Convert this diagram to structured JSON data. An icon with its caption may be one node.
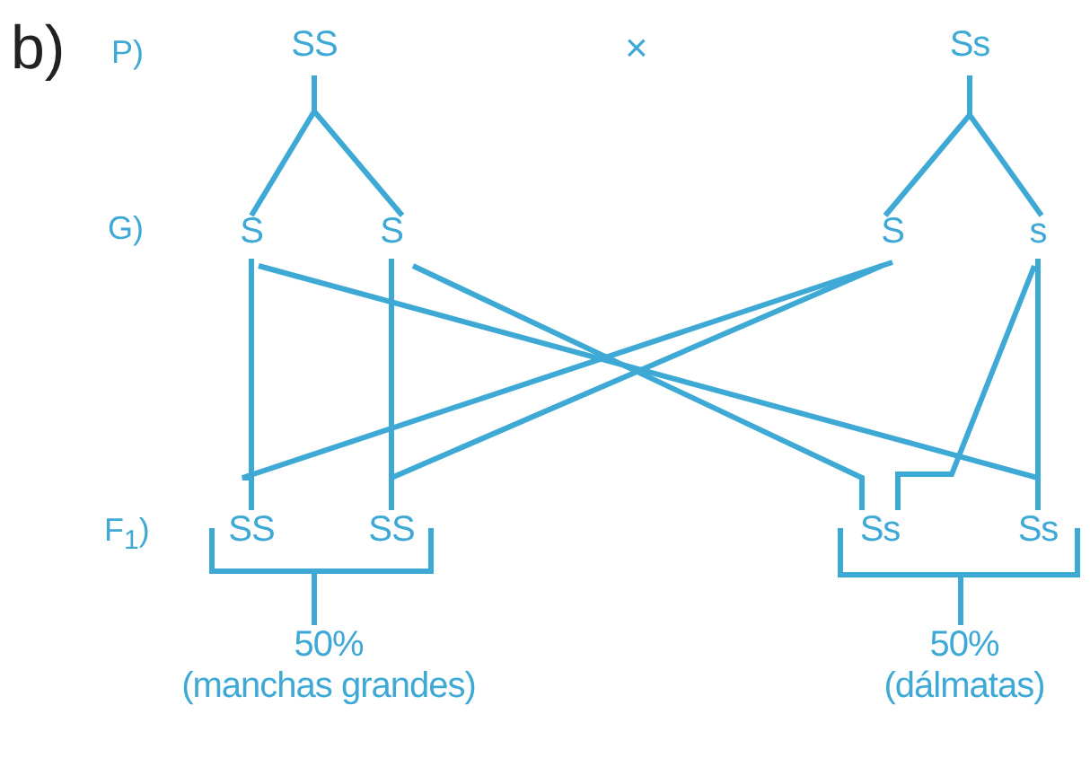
{
  "diagram": {
    "nodes": [
      {
        "text": [
          "SS"
        ]
      },
      {
        "text": [
          "Ss"
        ]
      },
      {
        "text": [
          "S"
        ]
      },
      {
        "text": [
          "S"
        ]
      },
      {
        "text": [
          "S"
        ]
      },
      {
        "text": [
          "s"
        ]
      },
      {
        "text": [
          "SS"
        ]
      },
      {
        "text": [
          "SS"
        ]
      },
      {
        "text": [
          "Ss"
        ]
      },
      {
        "text": [
          "Ss"
        ]
      },
      {
        "text": [
          "50%",
          "(manchas grandes)"
        ]
      },
      {
        "text": [
          "50%",
          "(dálmatas)"
        ]
      }
    ],
    "edges": [
      {
        "from": 0,
        "to": 2,
        "arrow": "none"
      },
      {
        "from": 0,
        "to": 3,
        "arrow": "none"
      },
      {
        "from": 1,
        "to": 4,
        "arrow": "none"
      },
      {
        "from": 1,
        "to": 5,
        "arrow": "none"
      },
      {
        "from": 2,
        "to": 6,
        "arrow": "none"
      },
      {
        "from": 4,
        "to": 6,
        "arrow": "none"
      },
      {
        "from": 3,
        "to": 7,
        "arrow": "none"
      },
      {
        "from": 4,
        "to": 7,
        "arrow": "none"
      },
      {
        "from": 2,
        "to": 9,
        "arrow": "none"
      },
      {
        "from": 3,
        "to": 8,
        "arrow": "none"
      },
      {
        "from": 5,
        "to": 8,
        "arrow": "none"
      },
      {
        "from": 5,
        "to": 9,
        "arrow": "none"
      },
      {
        "from": 6,
        "to": 10,
        "arrow": "none"
      },
      {
        "from": 7,
        "to": 10,
        "arrow": "none"
      },
      {
        "from": 8,
        "to": 11,
        "arrow": "none"
      },
      {
        "from": 9,
        "to": 11,
        "arrow": "none"
      }
    ],
    "labels": [
      "b)",
      "P)",
      "×",
      "G)",
      "F$_{1}$)"
    ]
  }
}
